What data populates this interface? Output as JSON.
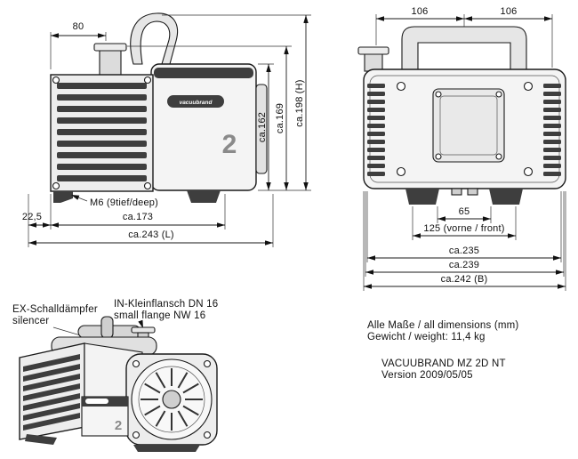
{
  "side_view": {
    "dim_top_width": "80",
    "dim_height_body": "ca.162",
    "dim_height_port": "ca.169",
    "dim_height_total": "ca.198 (H)",
    "dim_foot_offset": "22,5",
    "dim_hole_spacing": "ca.173",
    "dim_length_total": "ca.243 (L)",
    "callout_thread": "M6 (9tief/deep)",
    "brand_label": "vacuubrand",
    "model_number": "2"
  },
  "front_view": {
    "dim_top_left": "106",
    "dim_top_right": "106",
    "dim_feet_inner": "65",
    "dim_feet_front": "125 (vorne / front)",
    "dim_width_1": "ca.235",
    "dim_width_2": "ca.239",
    "dim_width_total": "ca.242 (B)"
  },
  "perspective_view": {
    "silencer_label_de": "EX-Schalldämpfer",
    "silencer_label_en": "silencer",
    "flange_label_de": "IN-Kleinflansch DN 16",
    "flange_label_en": "small flange NW 16",
    "model_number": "2"
  },
  "notes": {
    "dimensions": "Alle Maße / all dimensions (mm)",
    "weight": "Gewicht / weight: 11,4 kg",
    "model": "VACUUBRAND MZ 2D NT",
    "version": "Version 2009/05/05"
  }
}
